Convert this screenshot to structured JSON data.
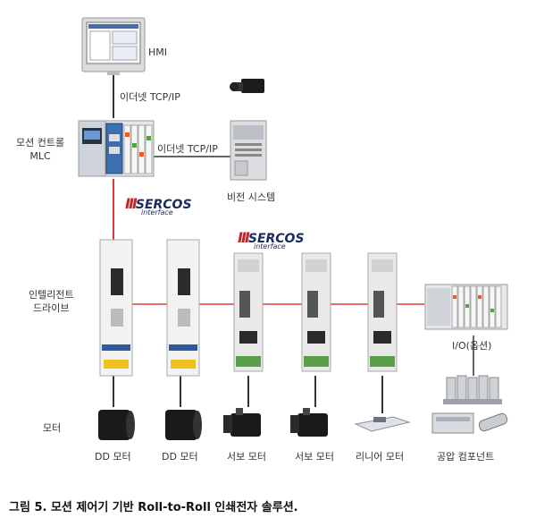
{
  "labels": {
    "hmi": "HMI",
    "eth1": "이더넷 TCP/IP",
    "eth2": "이더넷 TCP/IP",
    "mlc": "모션 컨트롤\nMLC",
    "vision": "비전 시스템",
    "drive": "인텔리전트\n드라이브",
    "motor": "모터",
    "io": "I/O(옵션)",
    "dd1": "DD 모터",
    "dd2": "DD 모터",
    "servo1": "서보 모터",
    "servo2": "서보 모터",
    "linear": "리니어 모터",
    "pneu": "공압 컴포넌트"
  },
  "sercos": {
    "bars": "III",
    "word": "SERCOS",
    "sub": "interface"
  },
  "caption": "그림 5. 모션 제어기 기반 Roll-to-Roll 인쇄전자 솔루션.",
  "colors": {
    "link_red": "#e23a3a",
    "link_dark": "#333333",
    "sercos_red": "#c0282d",
    "sercos_blue": "#1a2a5c"
  }
}
